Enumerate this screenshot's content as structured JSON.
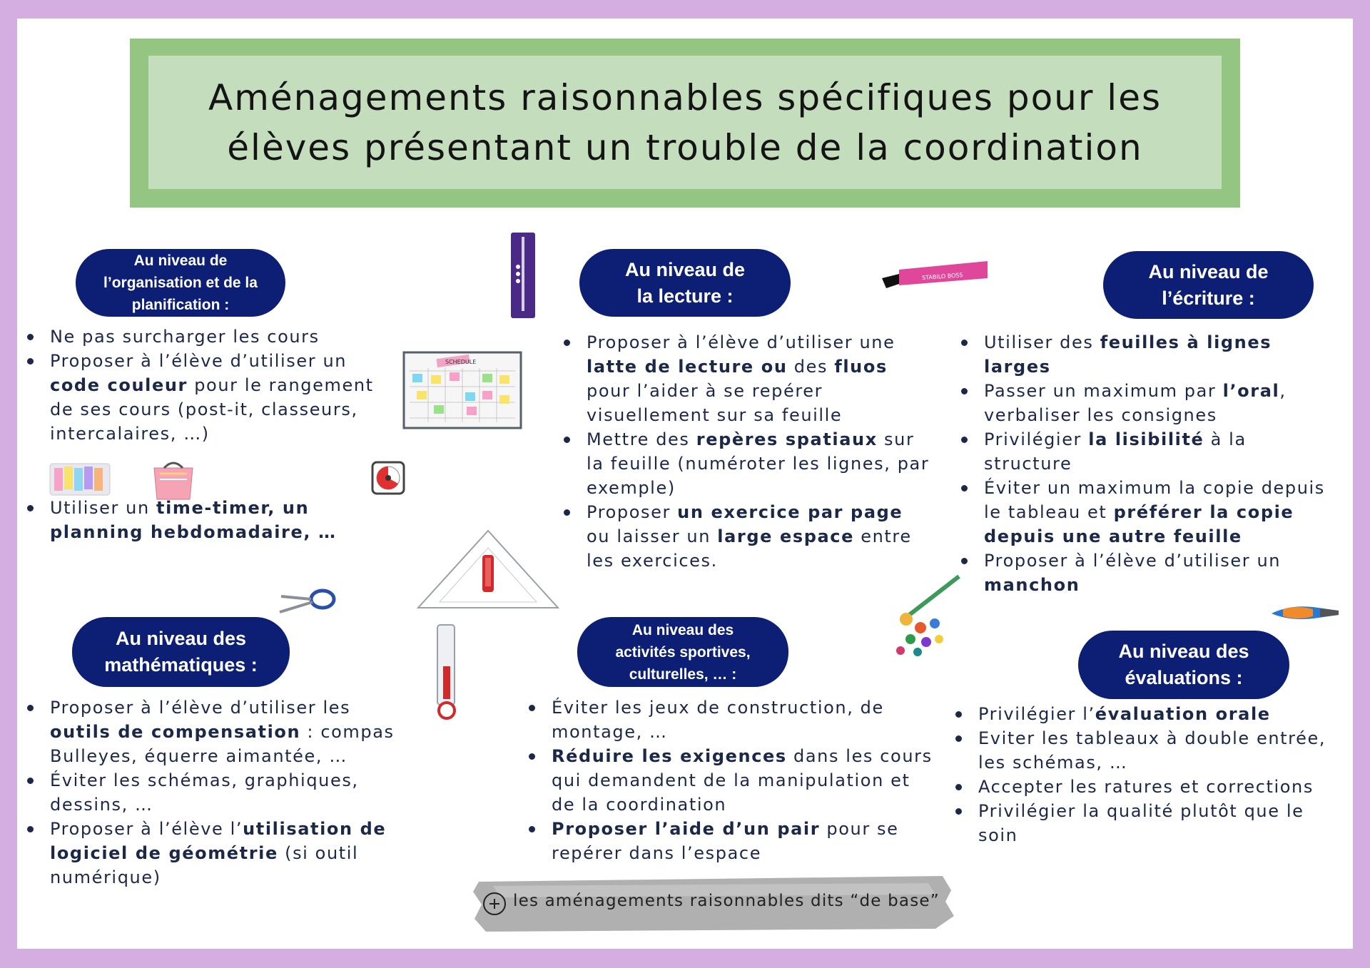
{
  "title": {
    "line1": "Aménagements raisonnables spécifiques pour les",
    "line2": "élèves présentant un trouble de la coordination"
  },
  "sections": {
    "organisation": {
      "heading": [
        "Au niveau de",
        "l’organisation et de la",
        "planification :"
      ],
      "items_a": [
        [
          {
            "t": "Ne pas surcharger les cours"
          }
        ],
        [
          {
            "t": "Proposer à l’élève d’utiliser un "
          },
          {
            "t": "code couleur",
            "b": true
          },
          {
            "t": " pour le rangement de ses cours (post-it, classeurs, intercalaires, …)"
          }
        ]
      ],
      "items_b": [
        [
          {
            "t": "Utiliser un "
          },
          {
            "t": "time-timer, un planning hebdomadaire, …",
            "b": true
          }
        ]
      ]
    },
    "lecture": {
      "heading": [
        "Au niveau de",
        "la lecture :"
      ],
      "items": [
        [
          {
            "t": "Proposer à l’élève d’utiliser une "
          },
          {
            "t": "latte de lecture ou",
            "b": true
          },
          {
            "t": " des "
          },
          {
            "t": "fluos",
            "b": true
          },
          {
            "t": " pour l’aider à se repérer visuellement sur sa feuille"
          }
        ],
        [
          {
            "t": "Mettre des "
          },
          {
            "t": "repères spatiaux",
            "b": true
          },
          {
            "t": " sur la feuille (numéroter les lignes, par exemple)"
          }
        ],
        [
          {
            "t": "Proposer "
          },
          {
            "t": "un exercice par page",
            "b": true
          },
          {
            "t": " ou laisser un "
          },
          {
            "t": "large espace",
            "b": true
          },
          {
            "t": " entre les exercices."
          }
        ]
      ]
    },
    "ecriture": {
      "heading": [
        "Au niveau de",
        "l’écriture :"
      ],
      "items": [
        [
          {
            "t": "Utiliser des "
          },
          {
            "t": "feuilles à lignes larges",
            "b": true
          }
        ],
        [
          {
            "t": "Passer un maximum par "
          },
          {
            "t": "l’oral",
            "b": true
          },
          {
            "t": ", verbaliser les consignes"
          }
        ],
        [
          {
            "t": "Privilégier "
          },
          {
            "t": "la lisibilité",
            "b": true
          },
          {
            "t": " à la structure"
          }
        ],
        [
          {
            "t": "Éviter un maximum la copie depuis le tableau et "
          },
          {
            "t": "préférer la copie depuis une autre feuille",
            "b": true
          }
        ],
        [
          {
            "t": "Proposer à l’élève d’utiliser un "
          },
          {
            "t": "manchon",
            "b": true
          }
        ]
      ]
    },
    "maths": {
      "heading": [
        "Au niveau des",
        "mathématiques :"
      ],
      "items": [
        [
          {
            "t": "Proposer à l’élève d’utiliser les "
          },
          {
            "t": "outils de compensation",
            "b": true
          },
          {
            "t": " : compas Bulleyes, équerre aimantée, …"
          }
        ],
        [
          {
            "t": "Éviter les schémas, graphiques, dessins, …"
          }
        ],
        [
          {
            "t": "Proposer à l’élève l’"
          },
          {
            "t": "utilisation de logiciel de géométrie",
            "b": true
          },
          {
            "t": " (si outil numérique)"
          }
        ]
      ]
    },
    "sport": {
      "heading": [
        "Au niveau des",
        "activités sportives,",
        "culturelles, … :"
      ],
      "items": [
        [
          {
            "t": "Éviter les jeux de construction, de montage, …"
          }
        ],
        [
          {
            "t": "Réduire les exigences",
            "b": true
          },
          {
            "t": " dans les cours qui demandent de la manipulation et de la coordination"
          }
        ],
        [
          {
            "t": "Proposer l’aide d’un pair",
            "b": true
          },
          {
            "t": " pour se repérer dans l’espace"
          }
        ]
      ]
    },
    "evaluations": {
      "heading": [
        "Au niveau des",
        "évaluations :"
      ],
      "items": [
        [
          {
            "t": "Privilégier l’"
          },
          {
            "t": "évaluation orale",
            "b": true
          }
        ],
        [
          {
            "t": "Eviter les tableaux à double entrée, les schémas, …"
          }
        ],
        [
          {
            "t": "Accepter les ratures et corrections"
          }
        ],
        [
          {
            "t": "Privilégier la qualité plutôt que le soin"
          }
        ]
      ]
    }
  },
  "decorations": {
    "schedule_label": "SCHEDULE",
    "highlighter_label": "STABILO BOSS"
  },
  "footer": {
    "text": "les aménagements raisonnables dits “de base”"
  },
  "colors": {
    "frame": "#d4aee0",
    "title_border": "#94c582",
    "title_fill": "#c4ddbc",
    "pill": "#0c1f74",
    "text": "#1c2848"
  }
}
